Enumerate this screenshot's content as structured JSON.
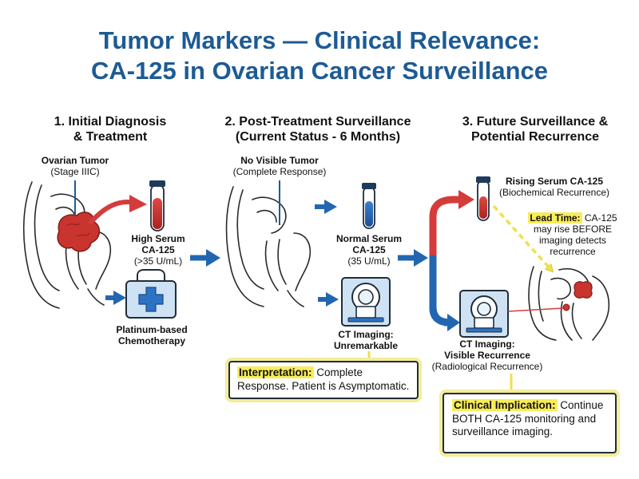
{
  "title": {
    "line1": "Tumor Markers — Clinical Relevance:",
    "line2": "CA-125 in Ovarian Cancer Surveillance"
  },
  "colors": {
    "title": "#1d5b94",
    "arrow_blue": "#2366b0",
    "arrow_red": "#d43c3c",
    "tumor_red": "#c9342f",
    "highlight": "#f7ec5a",
    "callout_glow": "#f4ec9a"
  },
  "stages": [
    {
      "heading": [
        "1. Initial Diagnosis",
        "& Treatment"
      ],
      "pointer_label": {
        "bold": "Ovarian Tumor",
        "sub": "(Stage IIIC)"
      },
      "marker": {
        "lines": [
          "High Serum",
          "CA-125"
        ],
        "sub": "(>35 U/mL)",
        "level": "high"
      },
      "therapy": {
        "lines": [
          "Platinum-based",
          "Chemotherapy"
        ],
        "icon": "first-aid-kit-icon"
      }
    },
    {
      "heading": [
        "2. Post-Treatment Surveillance",
        "(Current Status - 6 Months)"
      ],
      "pointer_label": {
        "bold": "No Visible Tumor",
        "sub": "(Complete Response)"
      },
      "marker": {
        "lines": [
          "Normal Serum",
          "CA-125"
        ],
        "sub": "(35 U/mL)",
        "level": "normal"
      },
      "imaging": {
        "lines": [
          "CT Imaging:",
          "Unremarkable"
        ],
        "icon": "ct-scanner-icon"
      },
      "callout": {
        "label": "Interpretation:",
        "text": "Complete Response. Patient is Asymptomatic."
      }
    },
    {
      "heading": [
        "3. Future Surveillance &",
        "Potential Recurrence"
      ],
      "marker": {
        "bold": "Rising Serum CA-125",
        "sub": "(Biochemical Recurrence)",
        "level": "rising"
      },
      "lead_time": {
        "label": "Lead Time:",
        "lines": [
          "CA-125",
          "may rise BEFORE",
          "imaging detects",
          "recurrence"
        ]
      },
      "imaging": {
        "lines": [
          "CT Imaging:",
          "Visible Recurrence"
        ],
        "sub": "(Radiological Recurrence)",
        "icon": "ct-scanner-icon"
      },
      "callout": {
        "label": "Clinical Implication:",
        "text": "Continue BOTH CA-125 monitoring and surveillance imaging."
      }
    }
  ]
}
